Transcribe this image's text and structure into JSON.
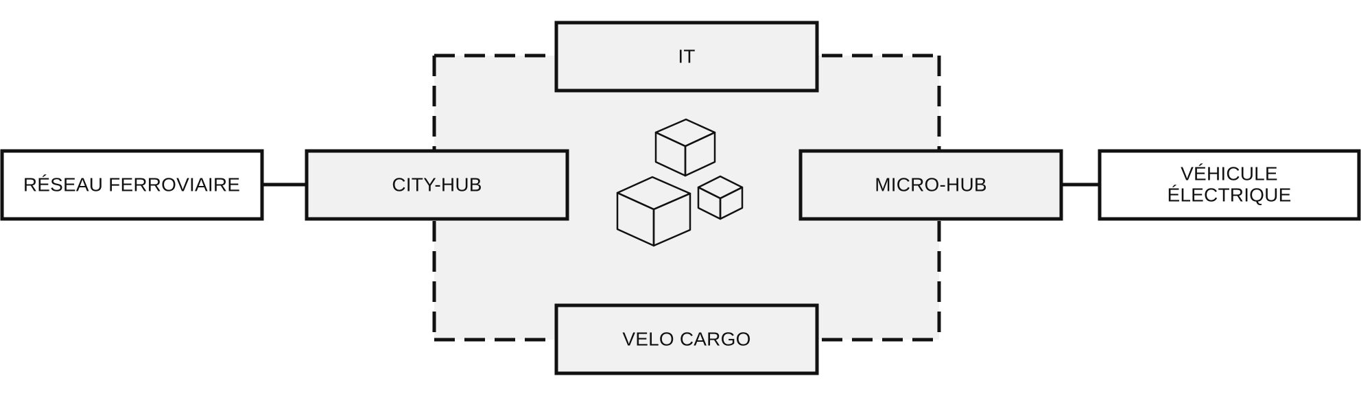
{
  "diagram": {
    "nodes": {
      "it": {
        "label": "IT"
      },
      "velo_cargo": {
        "label": "VELO CARGO"
      },
      "city_hub": {
        "label": "CITY-HUB"
      },
      "micro_hub": {
        "label": "MICRO-HUB"
      },
      "reseau_ferroviaire": {
        "label": "RÉSEAU FERROVIAIRE"
      },
      "vehicule_electrique": {
        "label_line1": "VÉHICULE",
        "label_line2": "ÉLECTRIQUE"
      }
    },
    "icon": "parcels-boxes-icon",
    "colors": {
      "stroke": "#111111",
      "zone_fill": "#f1f1f1",
      "box_fill_gray": "#f1f1f1",
      "box_fill_white": "#ffffff"
    }
  }
}
